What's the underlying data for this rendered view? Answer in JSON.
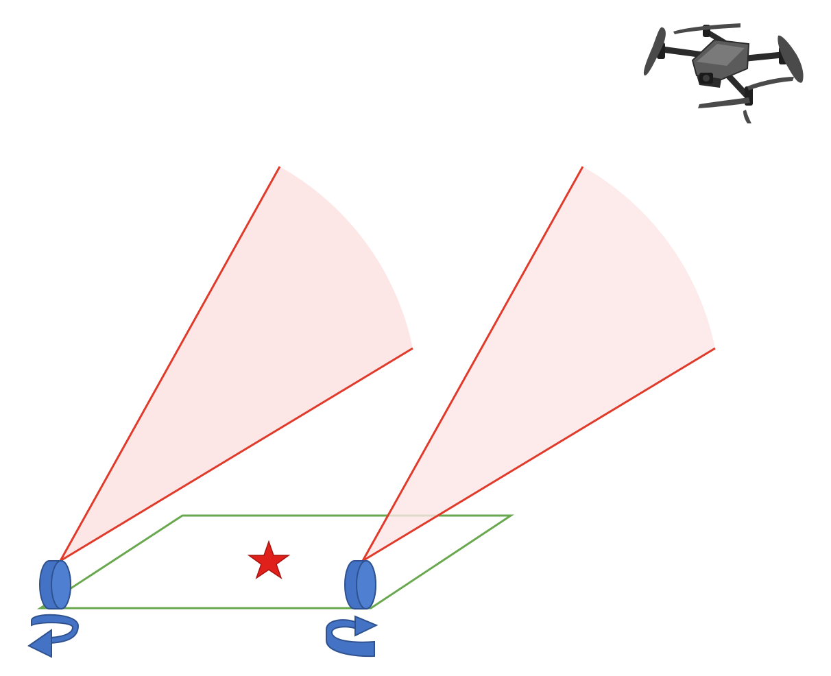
{
  "diagram": {
    "elements": [
      {
        "kind": "drone",
        "icon": "drone-icon"
      },
      {
        "kind": "ground-area",
        "icon": "ground-rectangle",
        "color": "#6aa84f"
      },
      {
        "kind": "target",
        "icon": "star-icon",
        "color": "#e0201b"
      },
      {
        "kind": "sensor",
        "icon": "cylinder-sensor-icon",
        "rotation": "counter-clockwise",
        "color": "#4472c4"
      },
      {
        "kind": "sensor",
        "icon": "cylinder-sensor-icon",
        "rotation": "clockwise",
        "color": "#4472c4"
      },
      {
        "kind": "field-of-view",
        "icon": "sector-icon",
        "color": "#e03a2a",
        "fill": "#fde6e6"
      }
    ]
  }
}
